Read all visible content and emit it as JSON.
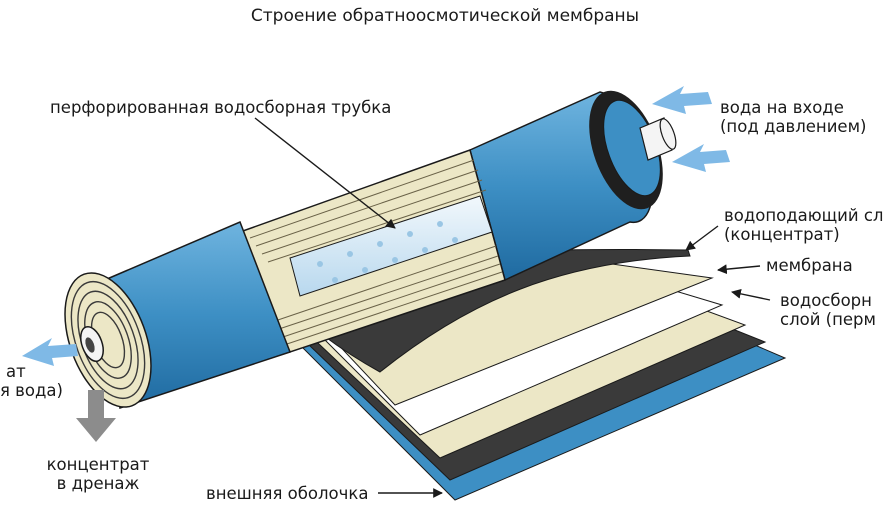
{
  "title": "Строение обратноосмотической мембраны",
  "labels": {
    "tube": "перфорированная водосборная трубка",
    "inlet_1": "вода на входе",
    "inlet_2": "(под давлением)",
    "feed_1": "водоподающий сл",
    "feed_2": "(концентрат)",
    "membrane": "мембрана",
    "permeate_layer_1": "водосборн",
    "permeate_layer_2": "слой (перм",
    "permeate_out_1": "ат",
    "permeate_out_2": "я вода)",
    "drain_1": "концентрат",
    "drain_2": "в дренаж",
    "shell": "внешняя оболочка"
  },
  "colors": {
    "shell_blue": "#3d8fc4",
    "layer_cream": "#ece7c6",
    "layer_dark": "#3a3a3a",
    "tube_light": "#d6eaf6",
    "arrow_blue": "#7fb9e6",
    "arrow_gray": "#8c8c8c"
  }
}
